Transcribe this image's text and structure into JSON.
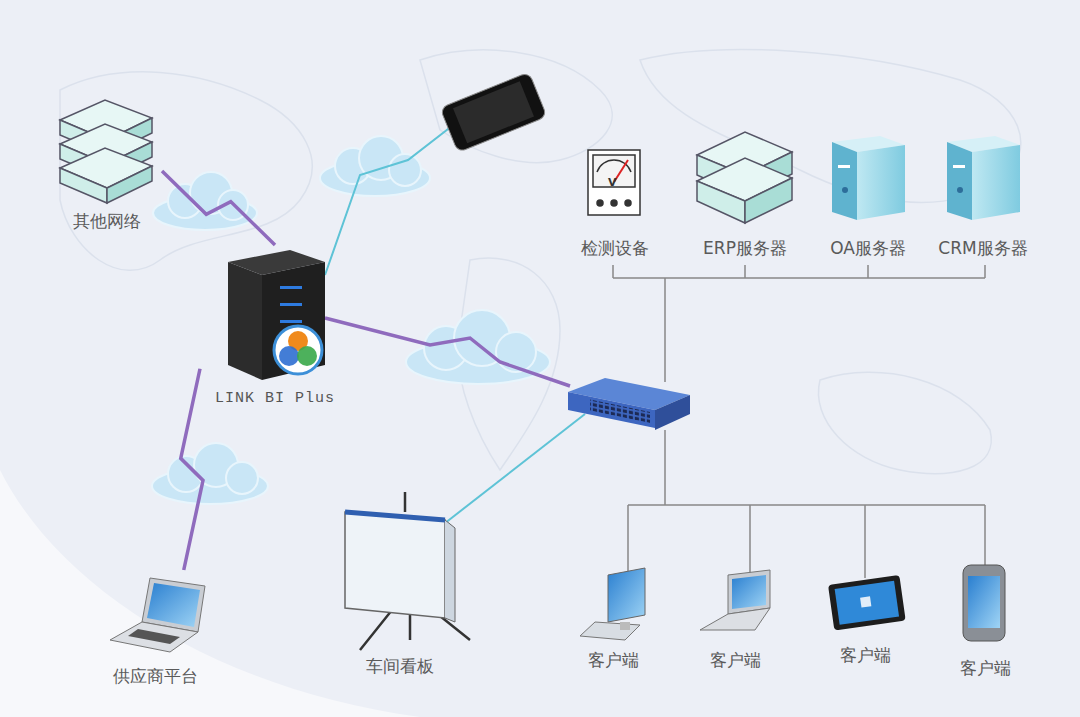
{
  "diagram": {
    "nodes": [
      {
        "text": [
          "其他网络"
        ]
      },
      {
        "text": [
          "检测设备"
        ]
      },
      {
        "text": [
          "ERP服务器"
        ]
      },
      {
        "text": [
          "OA服务器"
        ]
      },
      {
        "text": [
          "CRM服务器"
        ]
      },
      {
        "text": [
          "LINK BI Plus"
        ]
      },
      {
        "text": [
          "车间看板"
        ]
      },
      {
        "text": [
          "客户端"
        ]
      },
      {
        "text": [
          "客户端"
        ]
      },
      {
        "text": [
          "客户端"
        ]
      },
      {
        "text": [
          "客户端"
        ]
      },
      {
        "text": [
          "供应商平台"
        ]
      }
    ],
    "edges": [
      {
        "from": 0,
        "to": 5,
        "arrow": "none"
      },
      {
        "from": 5,
        "to": 11,
        "arrow": "none"
      }
    ],
    "labels": [
      "V"
    ]
  }
}
